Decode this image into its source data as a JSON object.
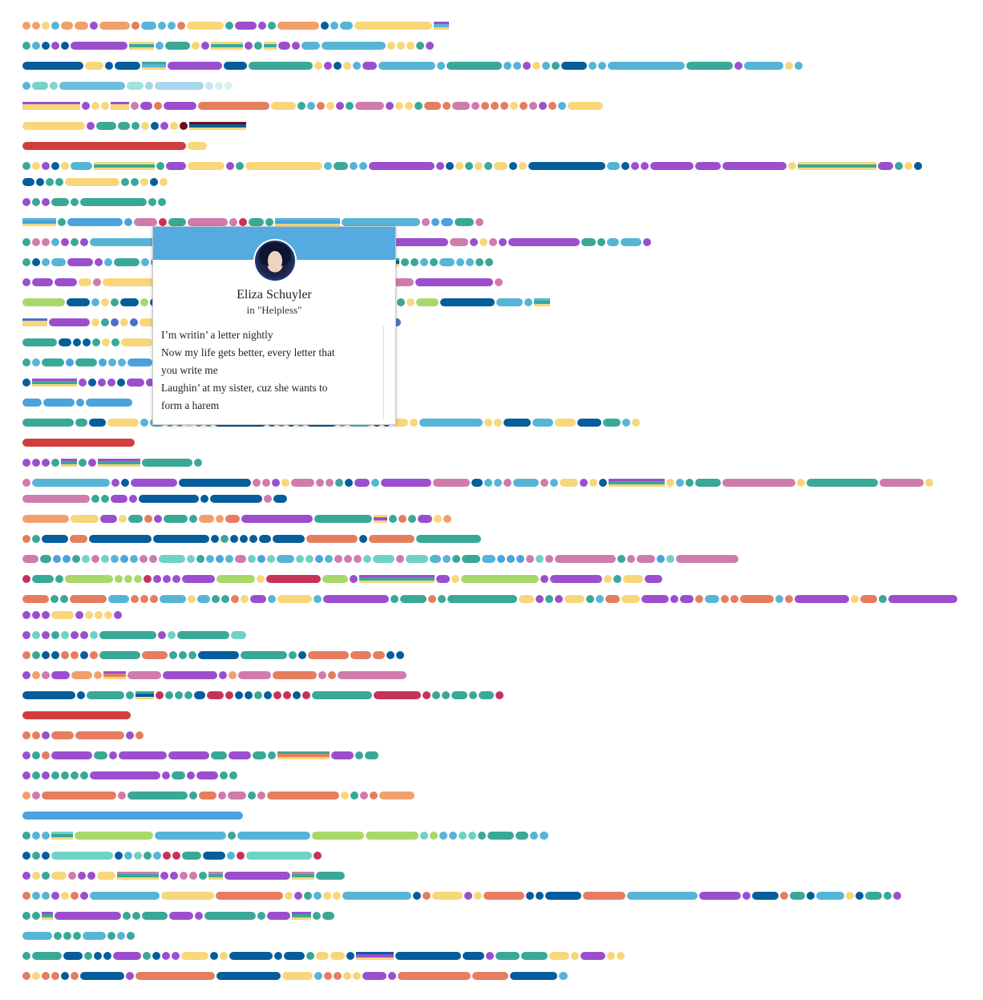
{
  "palette": {
    "purple": "#9b4fcf",
    "teal": "#3aa897",
    "mint": "#6fd3c4",
    "sky": "#56b5d6",
    "blue": "#4aa3dd",
    "navy": "#065d9b",
    "darknavy": "#0a4f7e",
    "yellow": "#f7d77a",
    "orange": "#e57e5e",
    "coral": "#f2a06b",
    "pink": "#cf7cad",
    "crimson": "#c5335a",
    "red": "#d23d3d",
    "maroon": "#6b0f14",
    "lime": "#a9d86a",
    "indigo": "#5070c8"
  },
  "tooltip": {
    "character": "Eliza Schuyler",
    "song": "in \"Helpless\"",
    "avatar_icon": "portrait-avatar",
    "lyrics": [
      "I’m writin’ a letter nightly",
      "Now my life gets better, every letter that",
      "you write me",
      "Laughin’ at my sister, cuz she wants to",
      "form a harem"
    ]
  }
}
